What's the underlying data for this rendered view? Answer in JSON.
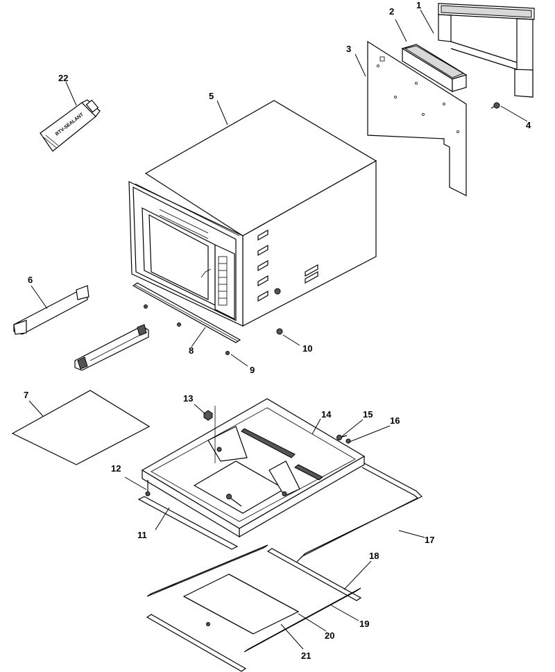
{
  "callouts": [
    {
      "id": "1",
      "label": "1"
    },
    {
      "id": "2",
      "label": "2"
    },
    {
      "id": "3",
      "label": "3"
    },
    {
      "id": "4",
      "label": "4"
    },
    {
      "id": "5",
      "label": "5"
    },
    {
      "id": "6",
      "label": "6"
    },
    {
      "id": "7",
      "label": "7"
    },
    {
      "id": "8",
      "label": "8"
    },
    {
      "id": "9",
      "label": "9"
    },
    {
      "id": "10",
      "label": "10"
    },
    {
      "id": "11",
      "label": "11"
    },
    {
      "id": "12",
      "label": "12"
    },
    {
      "id": "13",
      "label": "13"
    },
    {
      "id": "14",
      "label": "14"
    },
    {
      "id": "15",
      "label": "15"
    },
    {
      "id": "16",
      "label": "16"
    },
    {
      "id": "17",
      "label": "17"
    },
    {
      "id": "18",
      "label": "18"
    },
    {
      "id": "19",
      "label": "19"
    },
    {
      "id": "20",
      "label": "20"
    },
    {
      "id": "21",
      "label": "21"
    },
    {
      "id": "22",
      "label": "22"
    }
  ],
  "tube_text": "RTV-SEALANT"
}
